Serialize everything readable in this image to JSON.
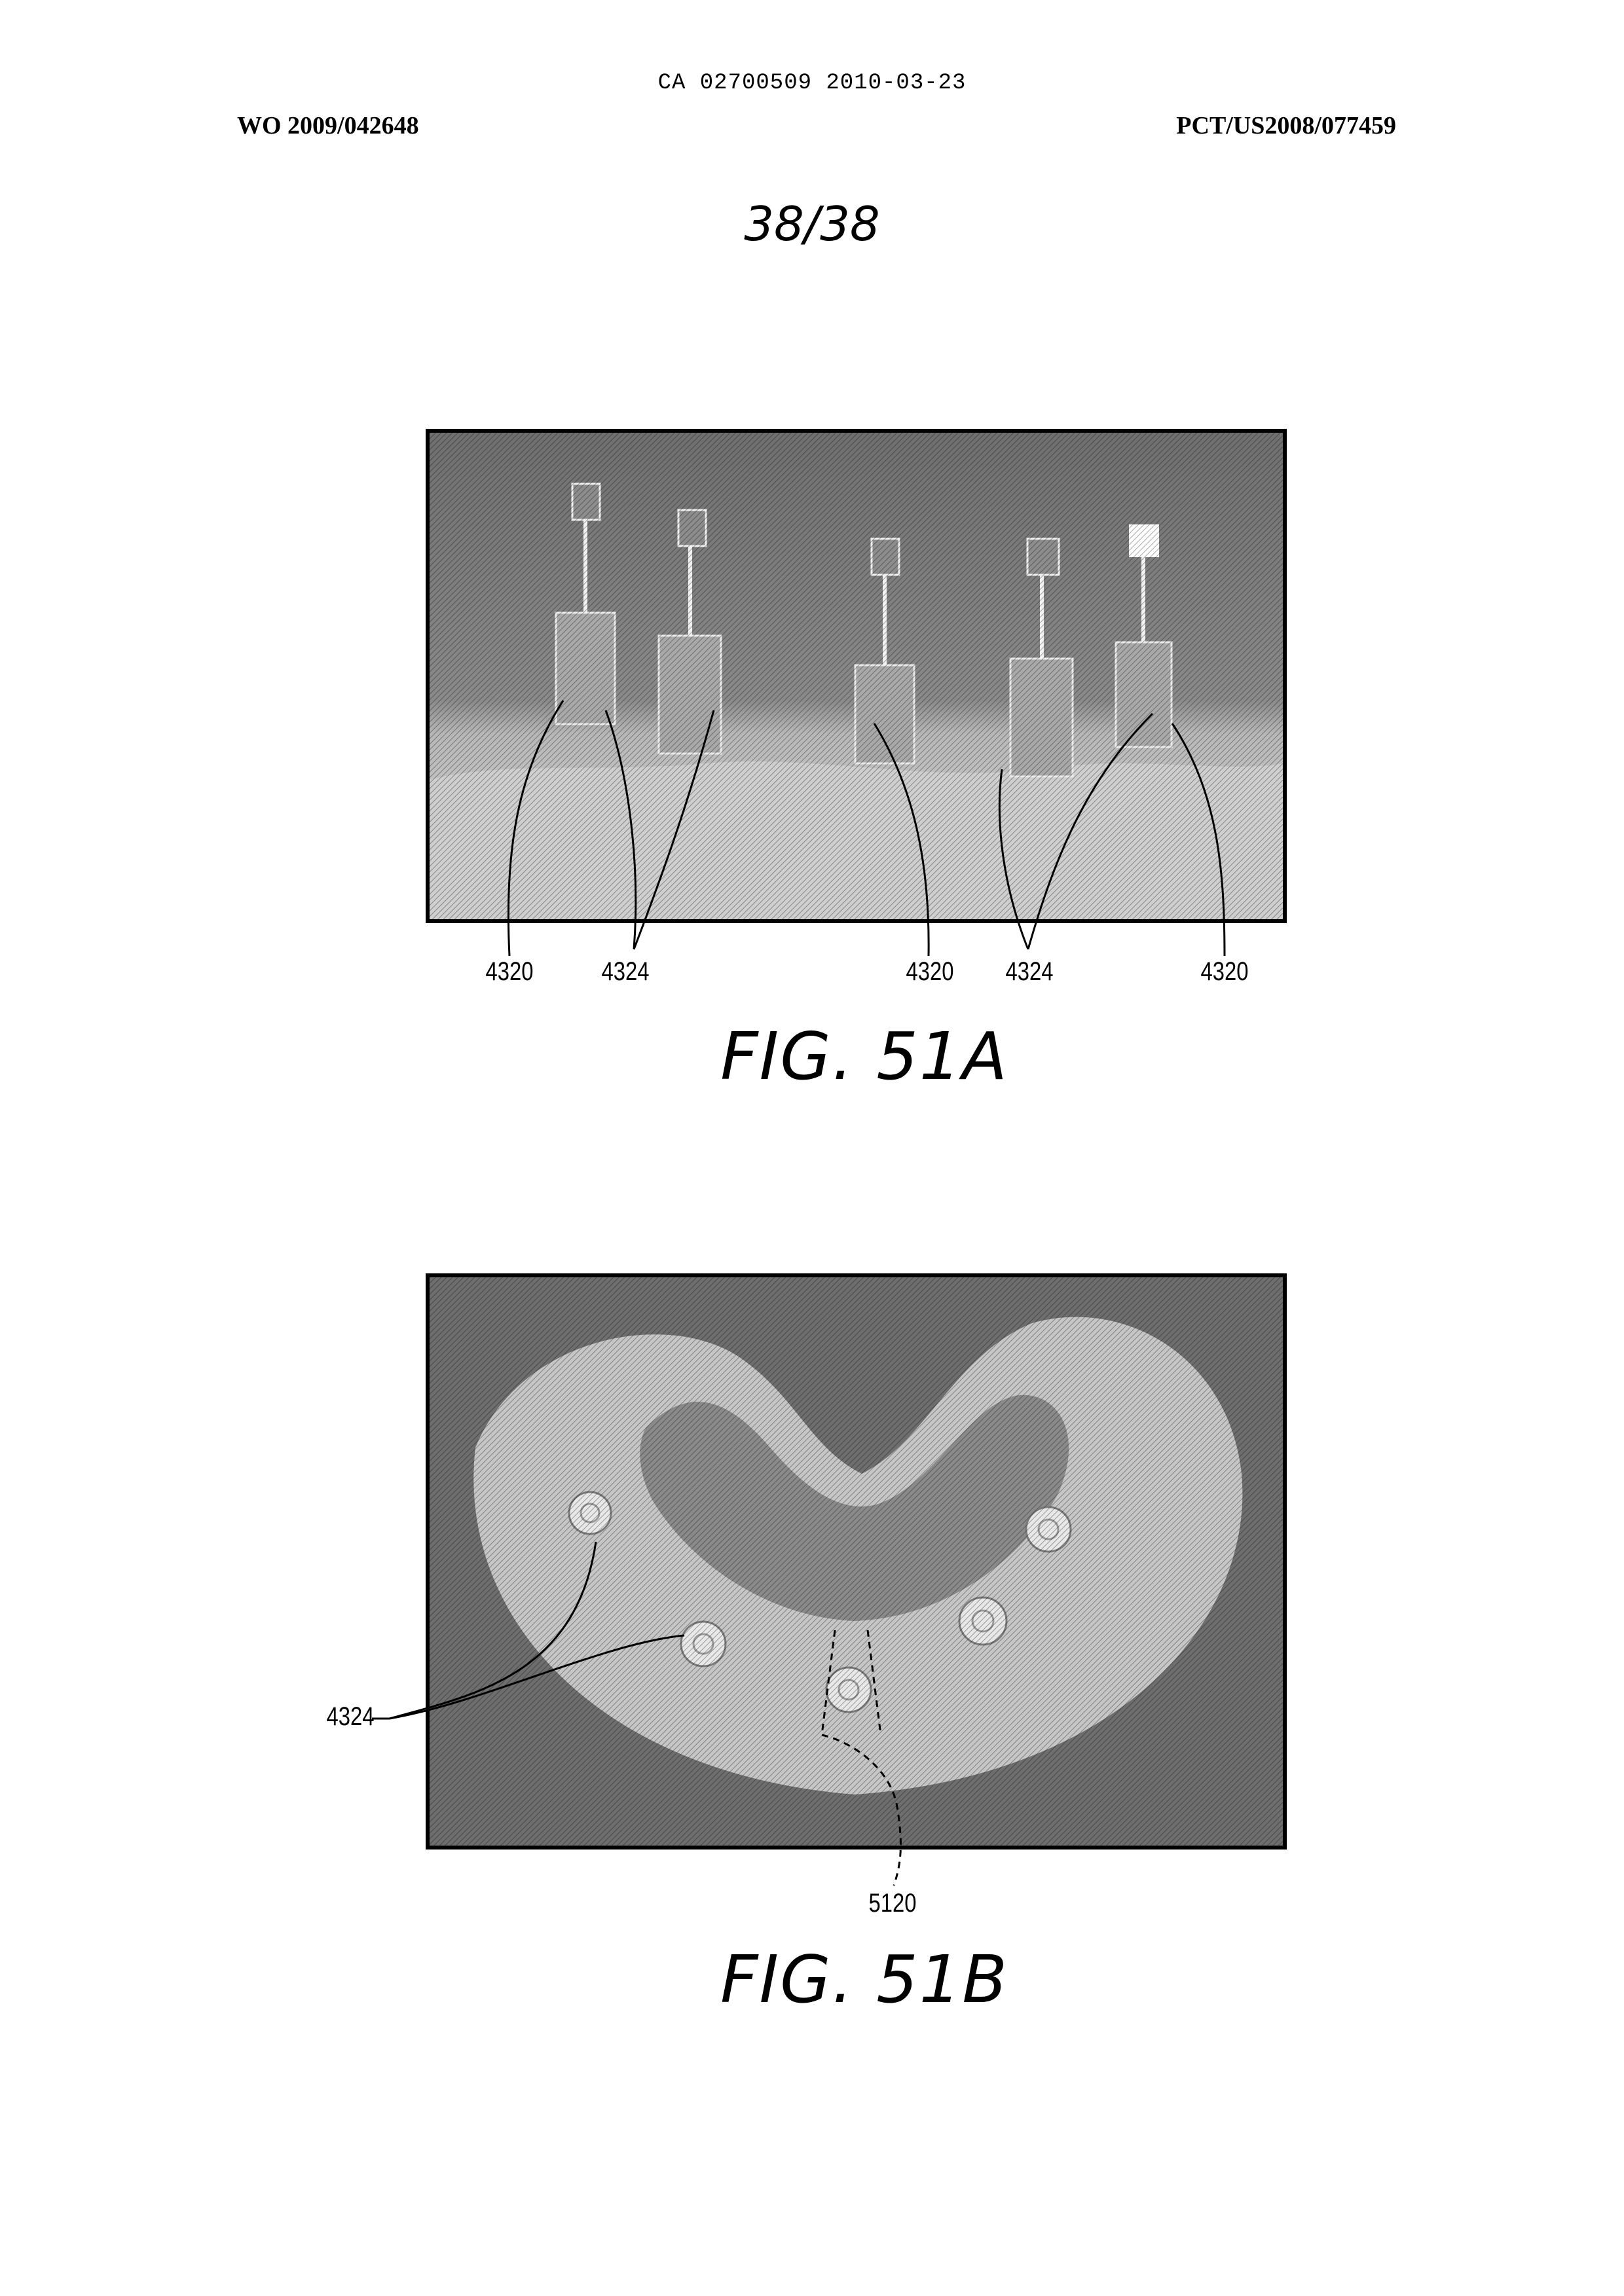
{
  "header": {
    "ca_line": "CA 02700509 2010-03-23",
    "publication_number": "WO 2009/042648",
    "application_number": "PCT/US2008/077459"
  },
  "page_number": "38/38",
  "figures": [
    {
      "caption": "FIG. 51A",
      "labels": [
        "4320",
        "4324",
        "4320",
        "4324",
        "4320"
      ]
    },
    {
      "caption": "FIG. 51B",
      "labels": [
        "4324",
        "5120"
      ]
    }
  ]
}
